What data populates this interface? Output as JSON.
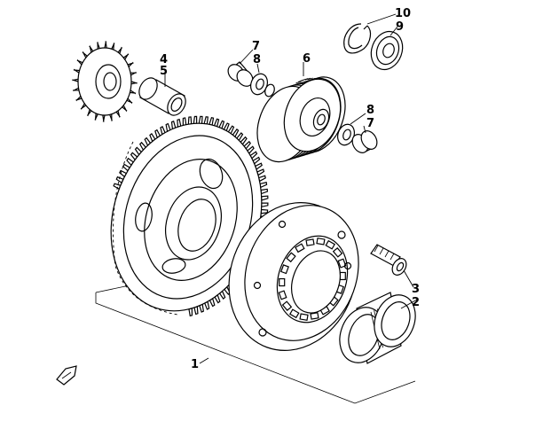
{
  "callouts": [
    {
      "id": "c1",
      "label": "1"
    },
    {
      "id": "c2",
      "label": "2"
    },
    {
      "id": "c3",
      "label": "3"
    },
    {
      "id": "c4",
      "label": "4"
    },
    {
      "id": "c5",
      "label": "5"
    },
    {
      "id": "c6",
      "label": "6"
    },
    {
      "id": "c7a",
      "label": "7"
    },
    {
      "id": "c8a",
      "label": "8"
    },
    {
      "id": "c7b",
      "label": "7"
    },
    {
      "id": "c8b",
      "label": "8"
    },
    {
      "id": "c9",
      "label": "9"
    },
    {
      "id": "c10",
      "label": "10"
    }
  ]
}
